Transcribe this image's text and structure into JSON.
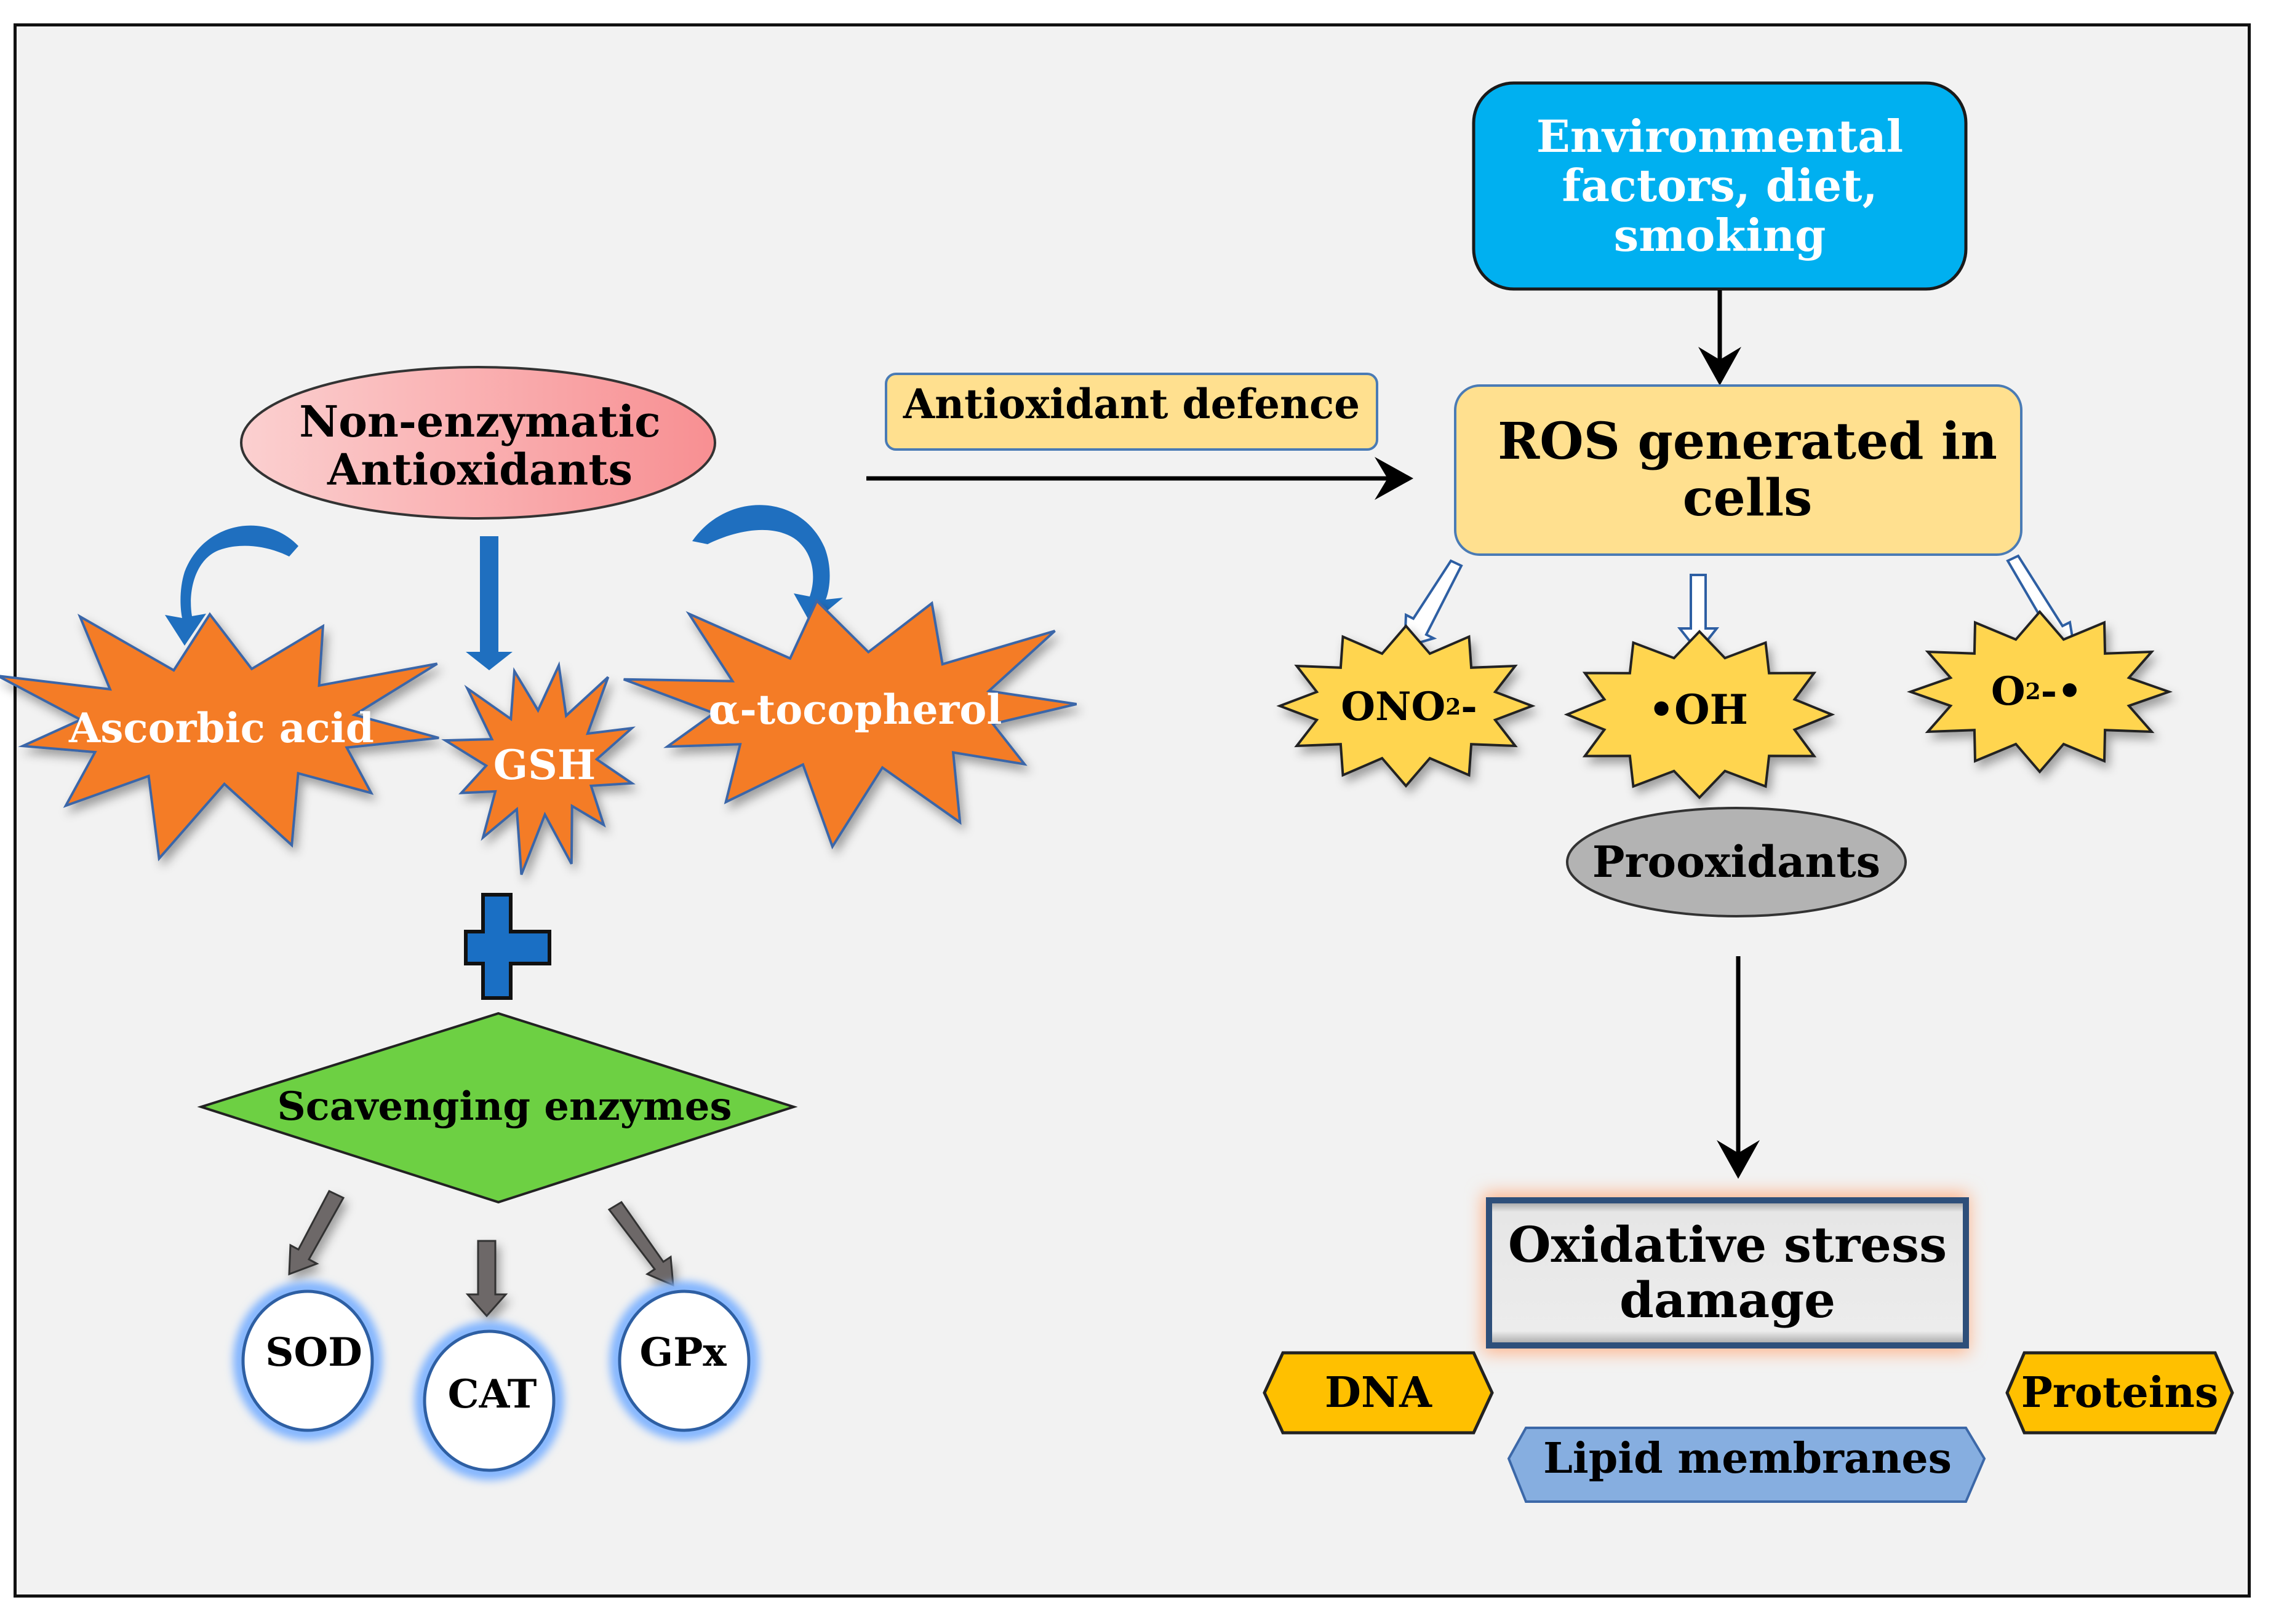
{
  "nodes": {
    "environmental": "Environmental\nfactors, diet,\nsmoking",
    "ros": "ROS generated in\ncells",
    "antioxidant_defence": "Antioxidant defence",
    "non_enzymatic": "Non-enzymatic\nAntioxidants",
    "ascorbic": "Ascorbic acid",
    "gsh": "GSH",
    "tocopherol": "α-tocopherol",
    "scavenging": "Scavenging enzymes",
    "sod": "SOD",
    "cat": "CAT",
    "gpx": "GPx",
    "ono2": {
      "main": "ONO",
      "sub": "2",
      "tail": "-"
    },
    "oh": "•OH",
    "o2": {
      "main": "O",
      "sub": "2",
      "tail": "-•"
    },
    "prooxidants": "Prooxidants",
    "oxidative": "Oxidative stress\ndamage",
    "dna": "DNA",
    "proteins": "Proteins",
    "lipid": "Lipid membranes"
  },
  "colors": {
    "env_box": "#00b0f0",
    "ros_box": "#ffe08f",
    "non_enzymatic": "#f9a0a0",
    "starburst_orange": "#f47c26",
    "ros_star": "#ffd54f",
    "scavenging": "#6dd043",
    "plus": "#1a6fc4",
    "prooxidants": "#b3b3b3",
    "dna_proteins": "#ffc000",
    "lipid": "#86aee0",
    "blue_arrow": "#1f6fbf",
    "gray_arrow": "#6d6767"
  }
}
